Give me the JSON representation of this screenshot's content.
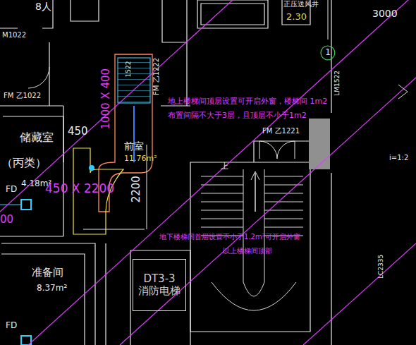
{
  "diagram": {
    "nodes": [
      {
        "text": [
          "1"
        ]
      },
      {
        "text": [
          "DT3-3",
          "消防电梯"
        ]
      }
    ],
    "labels": [
      "8人",
      "M1022",
      "FM 乙1022",
      "储藏室",
      "（丙类）",
      "4.18m²",
      "450",
      "450 X 2200",
      "1000 X 400",
      "1522",
      "FM 乙1222",
      "前室",
      "11.76m²",
      "2200",
      "地上楼梯间顶层设置可开启外窗，楼梯间 1m2",
      "布置间隔不大于3层，且顶层不小于1m2",
      "上",
      "地下楼梯间首层设置不小于1.2m²可开启外窗",
      "以上楼梯间顶部",
      "FM 乙1221",
      "3000",
      "LM1522",
      "i=1:2",
      "LC2335",
      "准备间",
      "8.37m²",
      "正压送风井",
      "2.30",
      "00",
      "FD",
      "FD"
    ]
  }
}
